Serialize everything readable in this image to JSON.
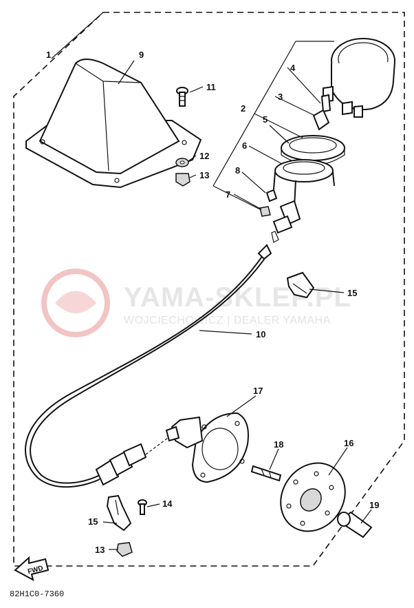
{
  "diagram": {
    "code": "82H1C0-7360",
    "direction_arrow": "FWD",
    "watermark": {
      "title": "YAMA-SKLEP.PL",
      "subtitle": "WOJCIECHOWICZ | DEALER YAMAHA"
    },
    "labels": {
      "p1": "1",
      "p2": "2",
      "p3": "3",
      "p4": "4",
      "p5": "5",
      "p6": "6",
      "p7": "7",
      "p8": "8",
      "p9": "9",
      "p10": "10",
      "p11": "11",
      "p12": "12",
      "p13a": "13",
      "p13b": "13",
      "p14": "14",
      "p15a": "15",
      "p15b": "15",
      "p16": "16",
      "p17": "17",
      "p18": "18",
      "p19": "19"
    }
  }
}
